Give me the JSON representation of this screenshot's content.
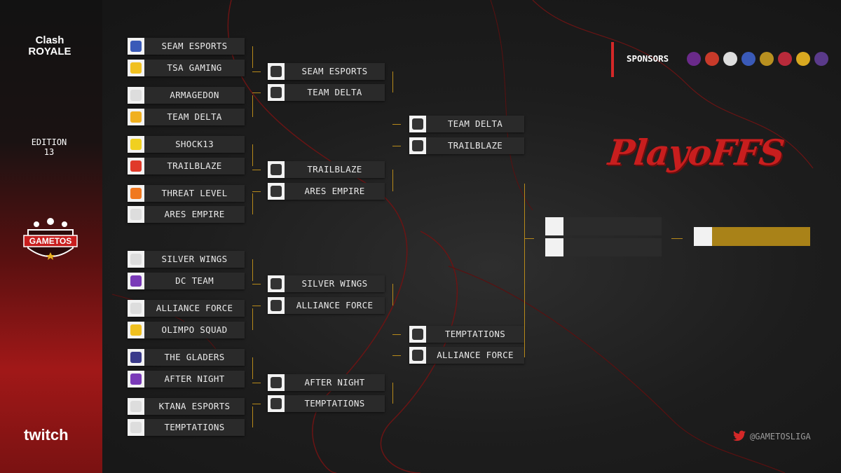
{
  "brand": {
    "game_line1": "Clash",
    "game_line2": "ROYALE",
    "edition_line1": "EDITION",
    "edition_line2": "13",
    "league": "GAMETOS",
    "stream": "twitch"
  },
  "header": {
    "sponsors_label": "SPONSORS",
    "title": "PlayoFFS"
  },
  "footer": {
    "handle": "@GAMETOSLIGA"
  },
  "colors": {
    "accent_red": "#c81e1e",
    "line_gold": "#b88a1a",
    "champion_gold": "#a98218",
    "card_bg": "#2a2a2a"
  },
  "bracket": {
    "round_of_16": [
      "SEAM ESPORTS",
      "TSA GAMING",
      "ARMAGEDON",
      "TEAM DELTA",
      "SHOCK13",
      "TRAILBLAZE",
      "THREAT LEVEL",
      "ARES EMPIRE",
      "SILVER WINGS",
      "DC TEAM",
      "ALLIANCE FORCE",
      "OLIMPO SQUAD",
      "THE GLADERS",
      "AFTER NIGHT",
      "KTANA ESPORTS",
      "TEMPTATIONS"
    ],
    "quarterfinals": [
      "SEAM ESPORTS",
      "TEAM DELTA",
      "TRAILBLAZE",
      "ARES EMPIRE",
      "SILVER WINGS",
      "ALLIANCE FORCE",
      "AFTER NIGHT",
      "TEMPTATIONS"
    ],
    "semifinals": [
      "TEAM DELTA",
      "TRAILBLAZE",
      "TEMPTATIONS",
      "ALLIANCE FORCE"
    ]
  }
}
